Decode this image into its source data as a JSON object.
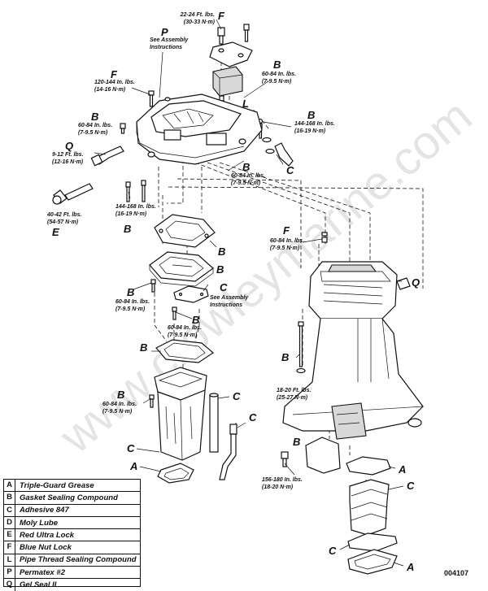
{
  "watermark": "www.crowleymarine.com",
  "figure_number": "004107",
  "legend": [
    {
      "key": "A",
      "name": "Triple-Guard Grease"
    },
    {
      "key": "B",
      "name": "Gasket Sealing Compound"
    },
    {
      "key": "C",
      "name": "Adhesive 847"
    },
    {
      "key": "D",
      "name": "Moly Lube"
    },
    {
      "key": "E",
      "name": "Red Ultra Lock"
    },
    {
      "key": "F",
      "name": "Blue Nut Lock"
    },
    {
      "key": "L",
      "name": "Pipe Thread Sealing Compound"
    },
    {
      "key": "P",
      "name": "Permatex #2"
    },
    {
      "key": "Q",
      "name": "Gel Seal II"
    }
  ],
  "callouts": [
    {
      "letter": "F",
      "lines": [
        "22-24 Ft. lbs.",
        "(30-33 N·m)"
      ]
    },
    {
      "letter": "P",
      "lines": [
        "See Assembly",
        "Instructions"
      ]
    },
    {
      "letter": "F",
      "lines": [
        "120-144 In. lbs.",
        "(14-16 N·m)"
      ]
    },
    {
      "letter": "B",
      "lines": [
        "60-84 In. lbs.",
        "(7-9.5 N·m)"
      ]
    },
    {
      "letter": "L",
      "lines": []
    },
    {
      "letter": "B",
      "lines": [
        "60-84 In. lbs.",
        "(7-9.5 N·m)"
      ]
    },
    {
      "letter": "B",
      "lines": [
        "144-168 In. lbs.",
        "(16-19 N·m)"
      ]
    },
    {
      "letter": "Q",
      "lines": [
        "9-12 Ft. lbs.",
        "(12-16 N·m)"
      ]
    },
    {
      "letter": "C",
      "lines": []
    },
    {
      "letter": "B",
      "lines": [
        "60-84 In. lbs.",
        "(7-9.5 N·m)"
      ]
    },
    {
      "letter": "B",
      "lines": [
        "144-168 In. lbs.",
        "(16-19 N·m)"
      ]
    },
    {
      "letter": "E",
      "lines": [
        "40-42 Ft. lbs.",
        "(54-57 N·m)"
      ]
    },
    {
      "letter": "B",
      "lines": []
    },
    {
      "letter": "F",
      "lines": [
        "60-84 In. lbs.",
        "(7-9.5 N·m)"
      ]
    },
    {
      "letter": "B",
      "lines": []
    },
    {
      "letter": "Q",
      "lines": []
    },
    {
      "letter": "C",
      "lines": [
        "See Assembly",
        "Instructions"
      ]
    },
    {
      "letter": "B",
      "lines": [
        "60-84 In. lbs.",
        "(7-9.5 N·m)"
      ]
    },
    {
      "letter": "B",
      "lines": [
        "60-84 In. lbs.",
        "(7-9.5 N·m)"
      ]
    },
    {
      "letter": "B",
      "lines": []
    },
    {
      "letter": "B",
      "lines": [
        "18-20 Ft. lbs.",
        "(25-27 N·m)"
      ]
    },
    {
      "letter": "B",
      "lines": [
        "60-84 In. lbs.",
        "(7-9.5 N·m)"
      ]
    },
    {
      "letter": "C",
      "lines": []
    },
    {
      "letter": "C",
      "lines": []
    },
    {
      "letter": "C",
      "lines": []
    },
    {
      "letter": "A",
      "lines": []
    },
    {
      "letter": "A",
      "lines": []
    },
    {
      "letter": "C",
      "lines": []
    },
    {
      "letter": "B",
      "lines": [
        "156-180 In. lbs.",
        "(18-20 N·m)"
      ]
    },
    {
      "letter": "C",
      "lines": []
    },
    {
      "letter": "A",
      "lines": []
    }
  ]
}
